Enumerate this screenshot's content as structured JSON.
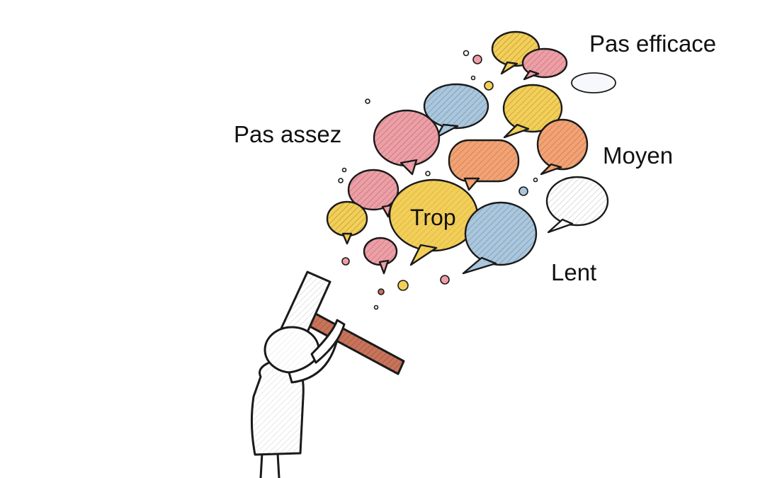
{
  "words": {
    "pas_efficace": "Pas efficace",
    "pas_assez": "Pas assez",
    "moyen": "Moyen",
    "lent": "Lent",
    "trop": "Trop"
  },
  "colors": {
    "yellow": "#f3cf57",
    "pink": "#ef9ea6",
    "blue": "#a9c7de",
    "orange": "#f4a273",
    "outline": "#1a1a1a",
    "figure": "#ffffff",
    "handle": "#c9735a"
  }
}
